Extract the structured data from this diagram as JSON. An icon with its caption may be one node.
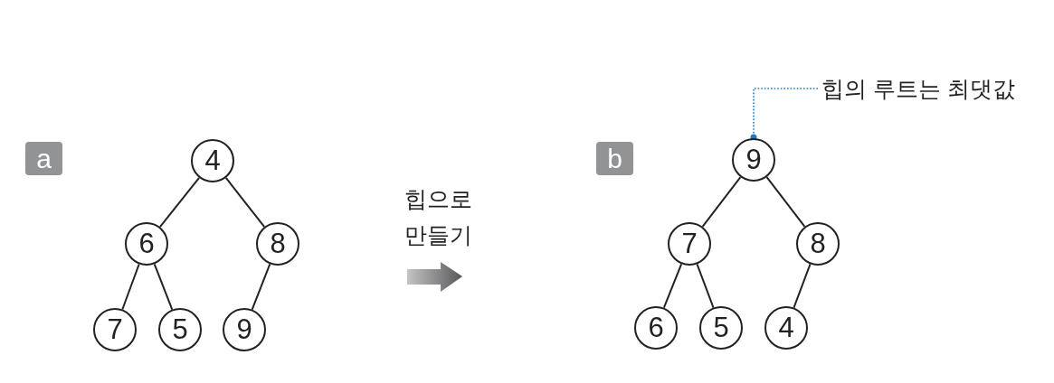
{
  "diagram": {
    "nodes": [
      {
        "text": [
          "a"
        ]
      },
      {
        "text": [
          "4"
        ]
      },
      {
        "text": [
          "6"
        ]
      },
      {
        "text": [
          "8"
        ]
      },
      {
        "text": [
          "7"
        ]
      },
      {
        "text": [
          "5"
        ]
      },
      {
        "text": [
          "9"
        ]
      },
      {
        "text": [
          "b"
        ]
      },
      {
        "text": [
          "힙의 루트는 최댓값"
        ]
      },
      {
        "text": [
          "9"
        ]
      },
      {
        "text": [
          "7"
        ]
      },
      {
        "text": [
          "8"
        ]
      },
      {
        "text": [
          "6"
        ]
      },
      {
        "text": [
          "5"
        ]
      },
      {
        "text": [
          "4"
        ]
      }
    ],
    "edges": [
      {
        "from": 1,
        "to": 2,
        "arrow": "none"
      },
      {
        "from": 1,
        "to": 3,
        "arrow": "none"
      },
      {
        "from": 2,
        "to": 4,
        "arrow": "none"
      },
      {
        "from": 2,
        "to": 5,
        "arrow": "none"
      },
      {
        "from": 3,
        "to": 6,
        "arrow": "none"
      },
      {
        "from": 8,
        "to": 9,
        "arrow": "other",
        "style": "dashed",
        "color": "#1f78c1"
      },
      {
        "from": 9,
        "to": 10,
        "arrow": "none"
      },
      {
        "from": 9,
        "to": 11,
        "arrow": "none"
      },
      {
        "from": 10,
        "to": 12,
        "arrow": "none"
      },
      {
        "from": 10,
        "to": 13,
        "arrow": "none"
      },
      {
        "from": 11,
        "to": 14,
        "arrow": "none"
      }
    ],
    "labels": [
      "힙으로 만들기"
    ]
  }
}
